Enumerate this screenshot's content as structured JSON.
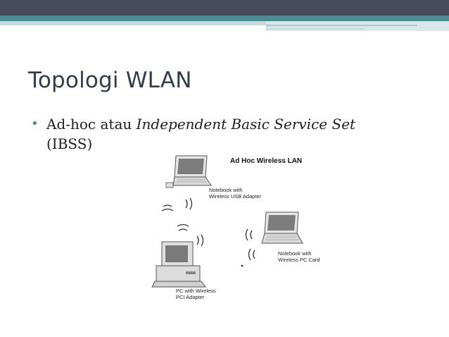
{
  "slide": {
    "title": "Topologi WLAN",
    "bullet": {
      "prefix": "Ad-hoc atau ",
      "emphasis": "Independent Basic Service Set",
      "suffix": " (IBSS)"
    }
  },
  "diagram": {
    "title": "Ad Hoc Wireless LAN",
    "devices": [
      {
        "label_line1": "Notebook with",
        "label_line2": "Wireless USB Adapter",
        "icon": "laptop-icon"
      },
      {
        "label_line1": "Notebook with",
        "label_line2": "Wireless PC Card",
        "icon": "laptop-icon"
      },
      {
        "label_line1": "PC with Wireless",
        "label_line2": "PCI Adapter",
        "icon": "desktop-pc-icon"
      }
    ]
  },
  "colors": {
    "band_dark": "#474b5d",
    "band_teal": "#4a8c93",
    "title": "#333c4a"
  }
}
